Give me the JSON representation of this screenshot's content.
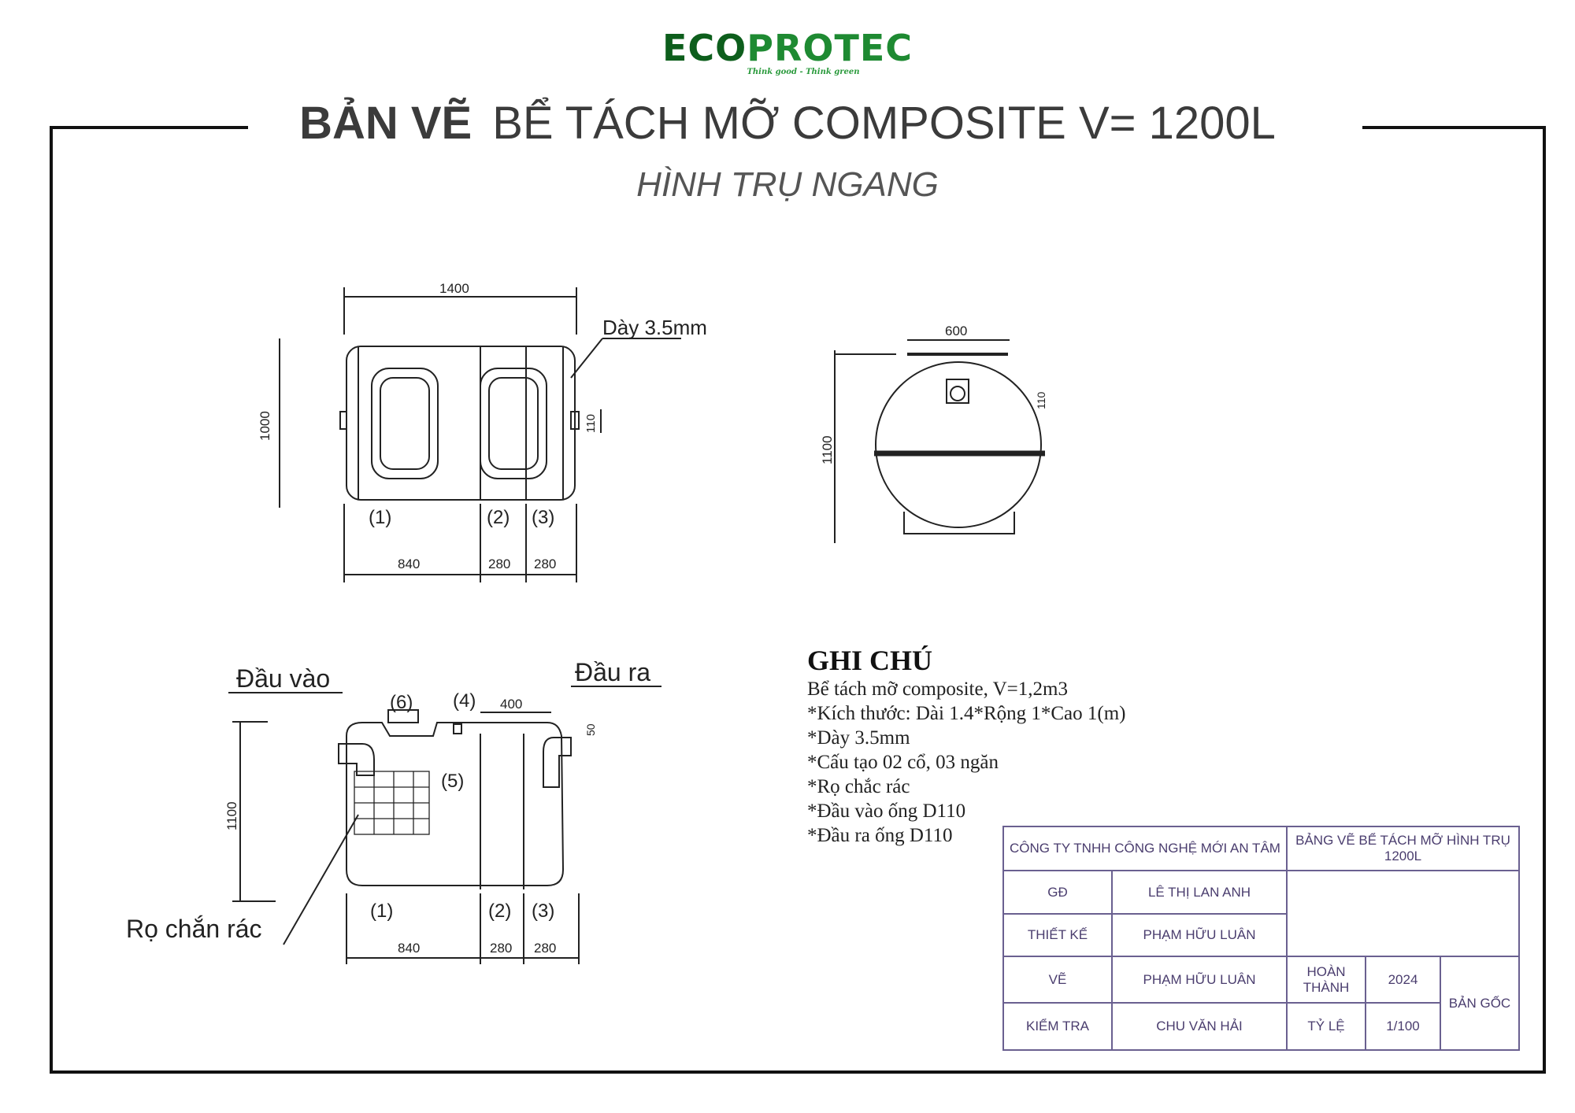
{
  "logo": {
    "brand_left": "ECO",
    "brand_right": "PROTEC",
    "tagline": "Think good - Think green",
    "color": "#1e8a32"
  },
  "title": {
    "bold": "BẢN VẼ",
    "rest": "BỂ TÁCH MỠ COMPOSITE V= 1200L",
    "subtitle": "HÌNH TRỤ NGANG"
  },
  "top_view": {
    "width": "1400",
    "height": "1000",
    "thickness": "Dày 3.5mm",
    "pipe": "110",
    "seg1": "840",
    "seg2": "280",
    "seg3": "280",
    "c1": "(1)",
    "c2": "(2)",
    "c3": "(3)"
  },
  "side_view": {
    "top": "600",
    "height": "1100",
    "pipe": "110"
  },
  "section_view": {
    "inlet": "Đầu vào",
    "outlet": "Đầu ra",
    "height": "1100",
    "p6": "(6)",
    "p4": "(4)",
    "p5": "(5)",
    "w400": "400",
    "d50": "50",
    "screen": "Rọ chắn rác",
    "seg1": "840",
    "seg2": "280",
    "seg3": "280",
    "c1": "(1)",
    "c2": "(2)",
    "c3": "(3)"
  },
  "notes": {
    "heading": "GHI CHÚ",
    "lines": [
      "Bể tách mỡ composite, V=1,2m3",
      "*Kích thước: Dài 1.4*Rộng 1*Cao 1(m)",
      "*Dày 3.5mm",
      "*Cấu tạo 02 cổ, 03 ngăn",
      "*Rọ chắc rác",
      "*Đầu vào ống D110",
      "*Đầu ra ống D110"
    ]
  },
  "title_block": {
    "company": "CÔNG TY TNHH CÔNG NGHỆ MỚI AN TÂM",
    "drawing": "BẢNG VẼ BỂ TÁCH MỠ HÌNH TRỤ 1200L",
    "rows": [
      {
        "role": "GĐ",
        "name": "LÊ THỊ LAN ANH"
      },
      {
        "role": "THIẾT KẾ",
        "name": "PHẠM HỮU LUÂN"
      },
      {
        "role": "VẼ",
        "name": "PHẠM HỮU LUÂN"
      },
      {
        "role": "KIỂM TRA",
        "name": "CHU VĂN HẢI"
      }
    ],
    "done_label": "HOÀN THÀNH",
    "year": "2024",
    "scale_label": "TỶ LỆ",
    "scale": "1/100",
    "original": "BẢN GỐC"
  }
}
